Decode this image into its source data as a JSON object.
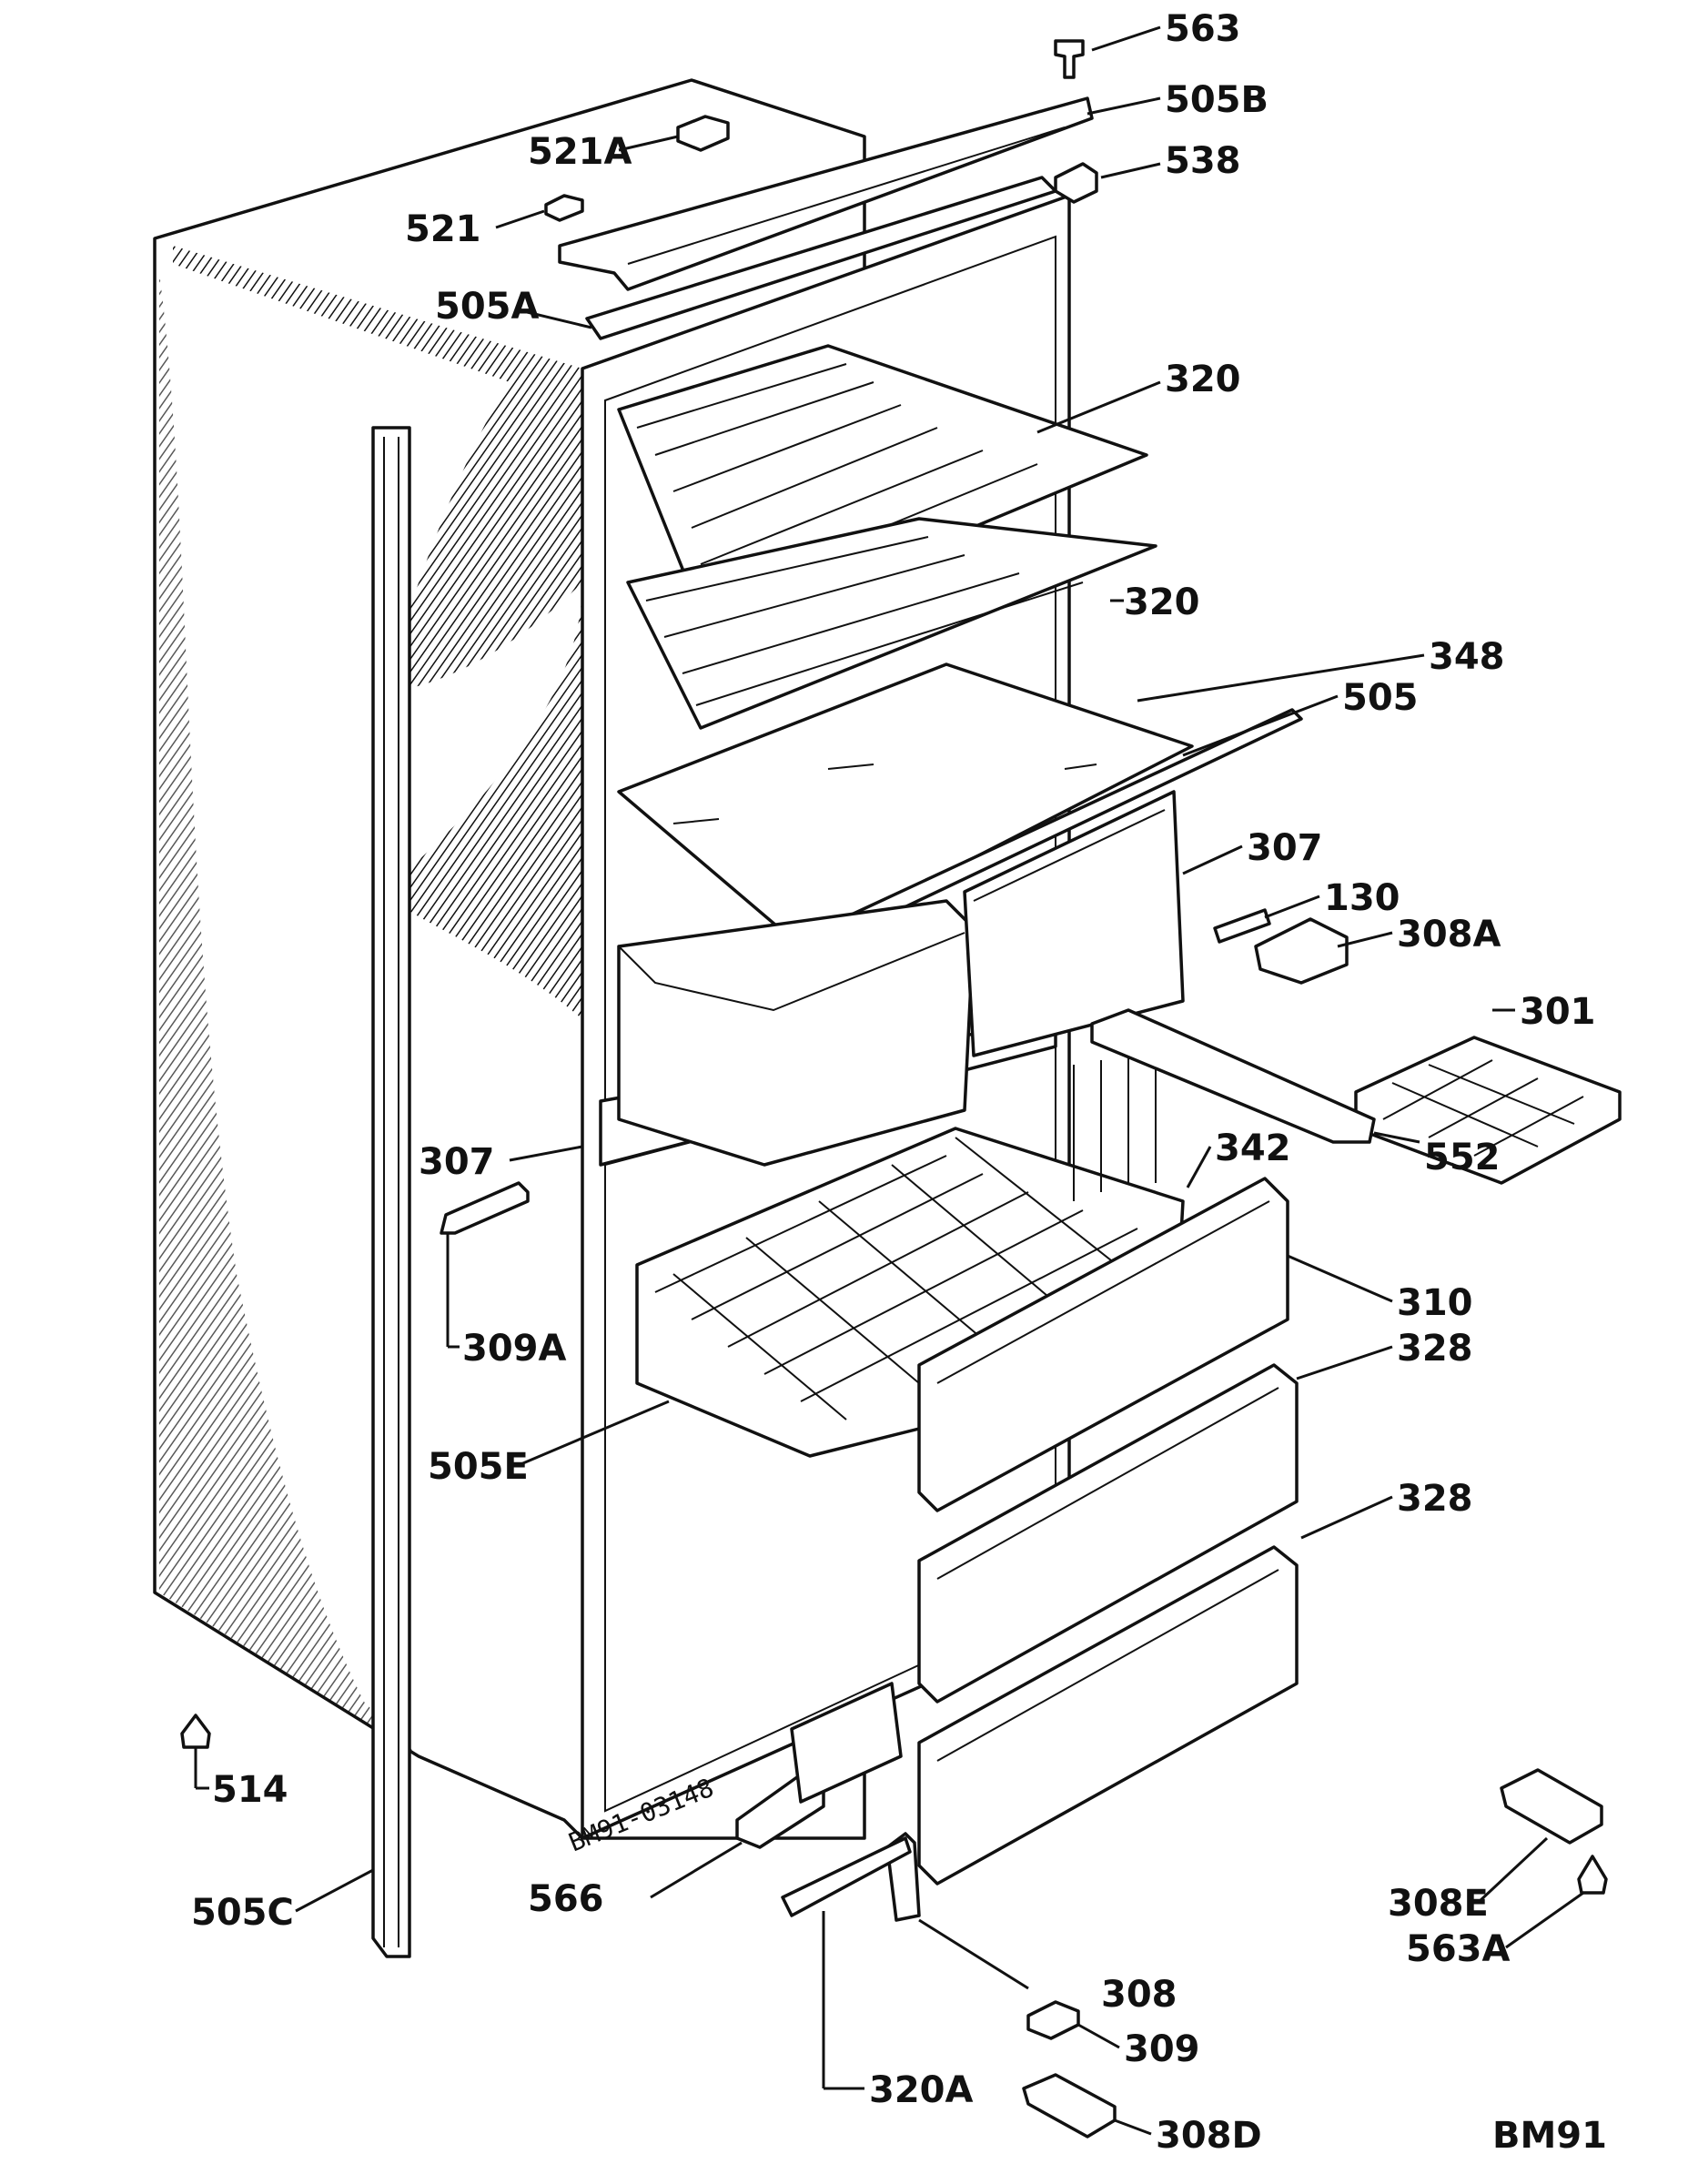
{
  "diagram": {
    "code": "BM91",
    "stamp": "BM91-03148",
    "labels": {
      "l563": "563",
      "l505B": "505B",
      "l521A": "521A",
      "l538": "538",
      "l521": "521",
      "l505A": "505A",
      "l320a": "320",
      "l320b": "320",
      "l348": "348",
      "l505": "505",
      "l307a": "307",
      "l130": "130",
      "l308A": "308A",
      "l301": "301",
      "l307b": "307",
      "l342": "342",
      "l552": "552",
      "l309A": "309A",
      "l310": "310",
      "l328a": "328",
      "l505E": "505E",
      "l328b": "328",
      "l514": "514",
      "l505C": "505C",
      "l566": "566",
      "l308E": "308E",
      "l563A": "563A",
      "l308": "308",
      "l320A": "320A",
      "l309": "309",
      "l308D": "308D"
    }
  }
}
